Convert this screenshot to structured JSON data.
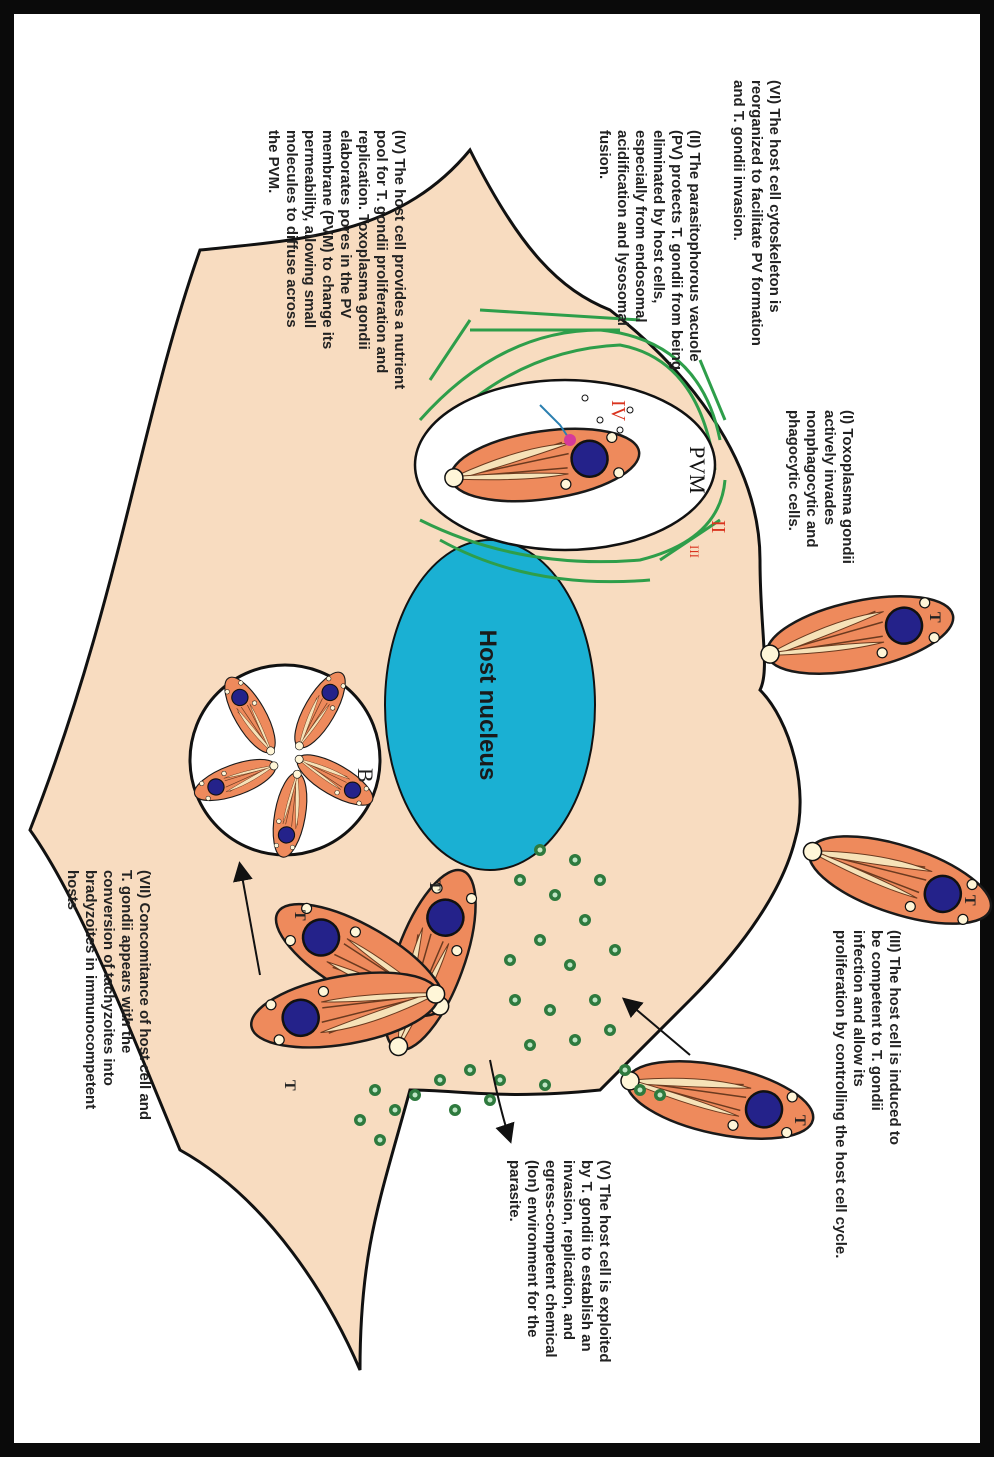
{
  "diagram": {
    "labels": {
      "step1": [
        "(I) Toxoplasma gondii",
        "actively invades",
        "nonphagocytic and",
        "phagocytic cells."
      ],
      "step2": [
        "(II) The parasitophorous vacuole",
        "(PV) protects T. gondii from being",
        "eliminated by host cells,",
        "especially from endosomal",
        "acidification and lysosomal",
        "fusion."
      ],
      "step3": [
        "(III) The host cell is induced to",
        "be competent to T. gondii",
        "infection and allow its",
        "proliferation by controlling the host cell cycle."
      ],
      "step4": [
        "(IV) The host cell provides a nutrient",
        "pool for T. gondii proliferation and",
        "replication. Toxoplasma gondii",
        "elaborates pores in the PV",
        "membrane (PVM) to change its",
        "permeability, allowing small",
        "molecules to diffuse across",
        "the PVM."
      ],
      "step5": [
        "(V) The host cell is exploited",
        "by T. gondii to establish an",
        "invasion, replication, and",
        "egress-competent chemical",
        "(Ion) environment for the",
        "parasite."
      ],
      "step6": [
        "(VI) The host cell cytoskeleton is",
        "reorganized to facilitate PV formation",
        "and T. gondii invasion."
      ],
      "step7": [
        "(VII) Concomitance of host cell and",
        "T. gondii appears with the",
        "conversion of tachyzoites into",
        "bradyzoites in immunocompetent",
        "hosts"
      ]
    },
    "host_nucleus": "Host nucleus",
    "pvm": "PVM",
    "parasite_marker": "T",
    "cyst_marker": "B",
    "roman_markers": [
      "II",
      "III",
      "IV"
    ],
    "colors": {
      "cell": "#f8dcc0",
      "parasite": "#ee8a5c",
      "nucleus": "#1ab0d3",
      "parasite_nucleus": "#24228a",
      "membrane_fibers": "#2e9e4a",
      "ions": "#2e7a3e",
      "marker_red": "#d9341f"
    }
  }
}
